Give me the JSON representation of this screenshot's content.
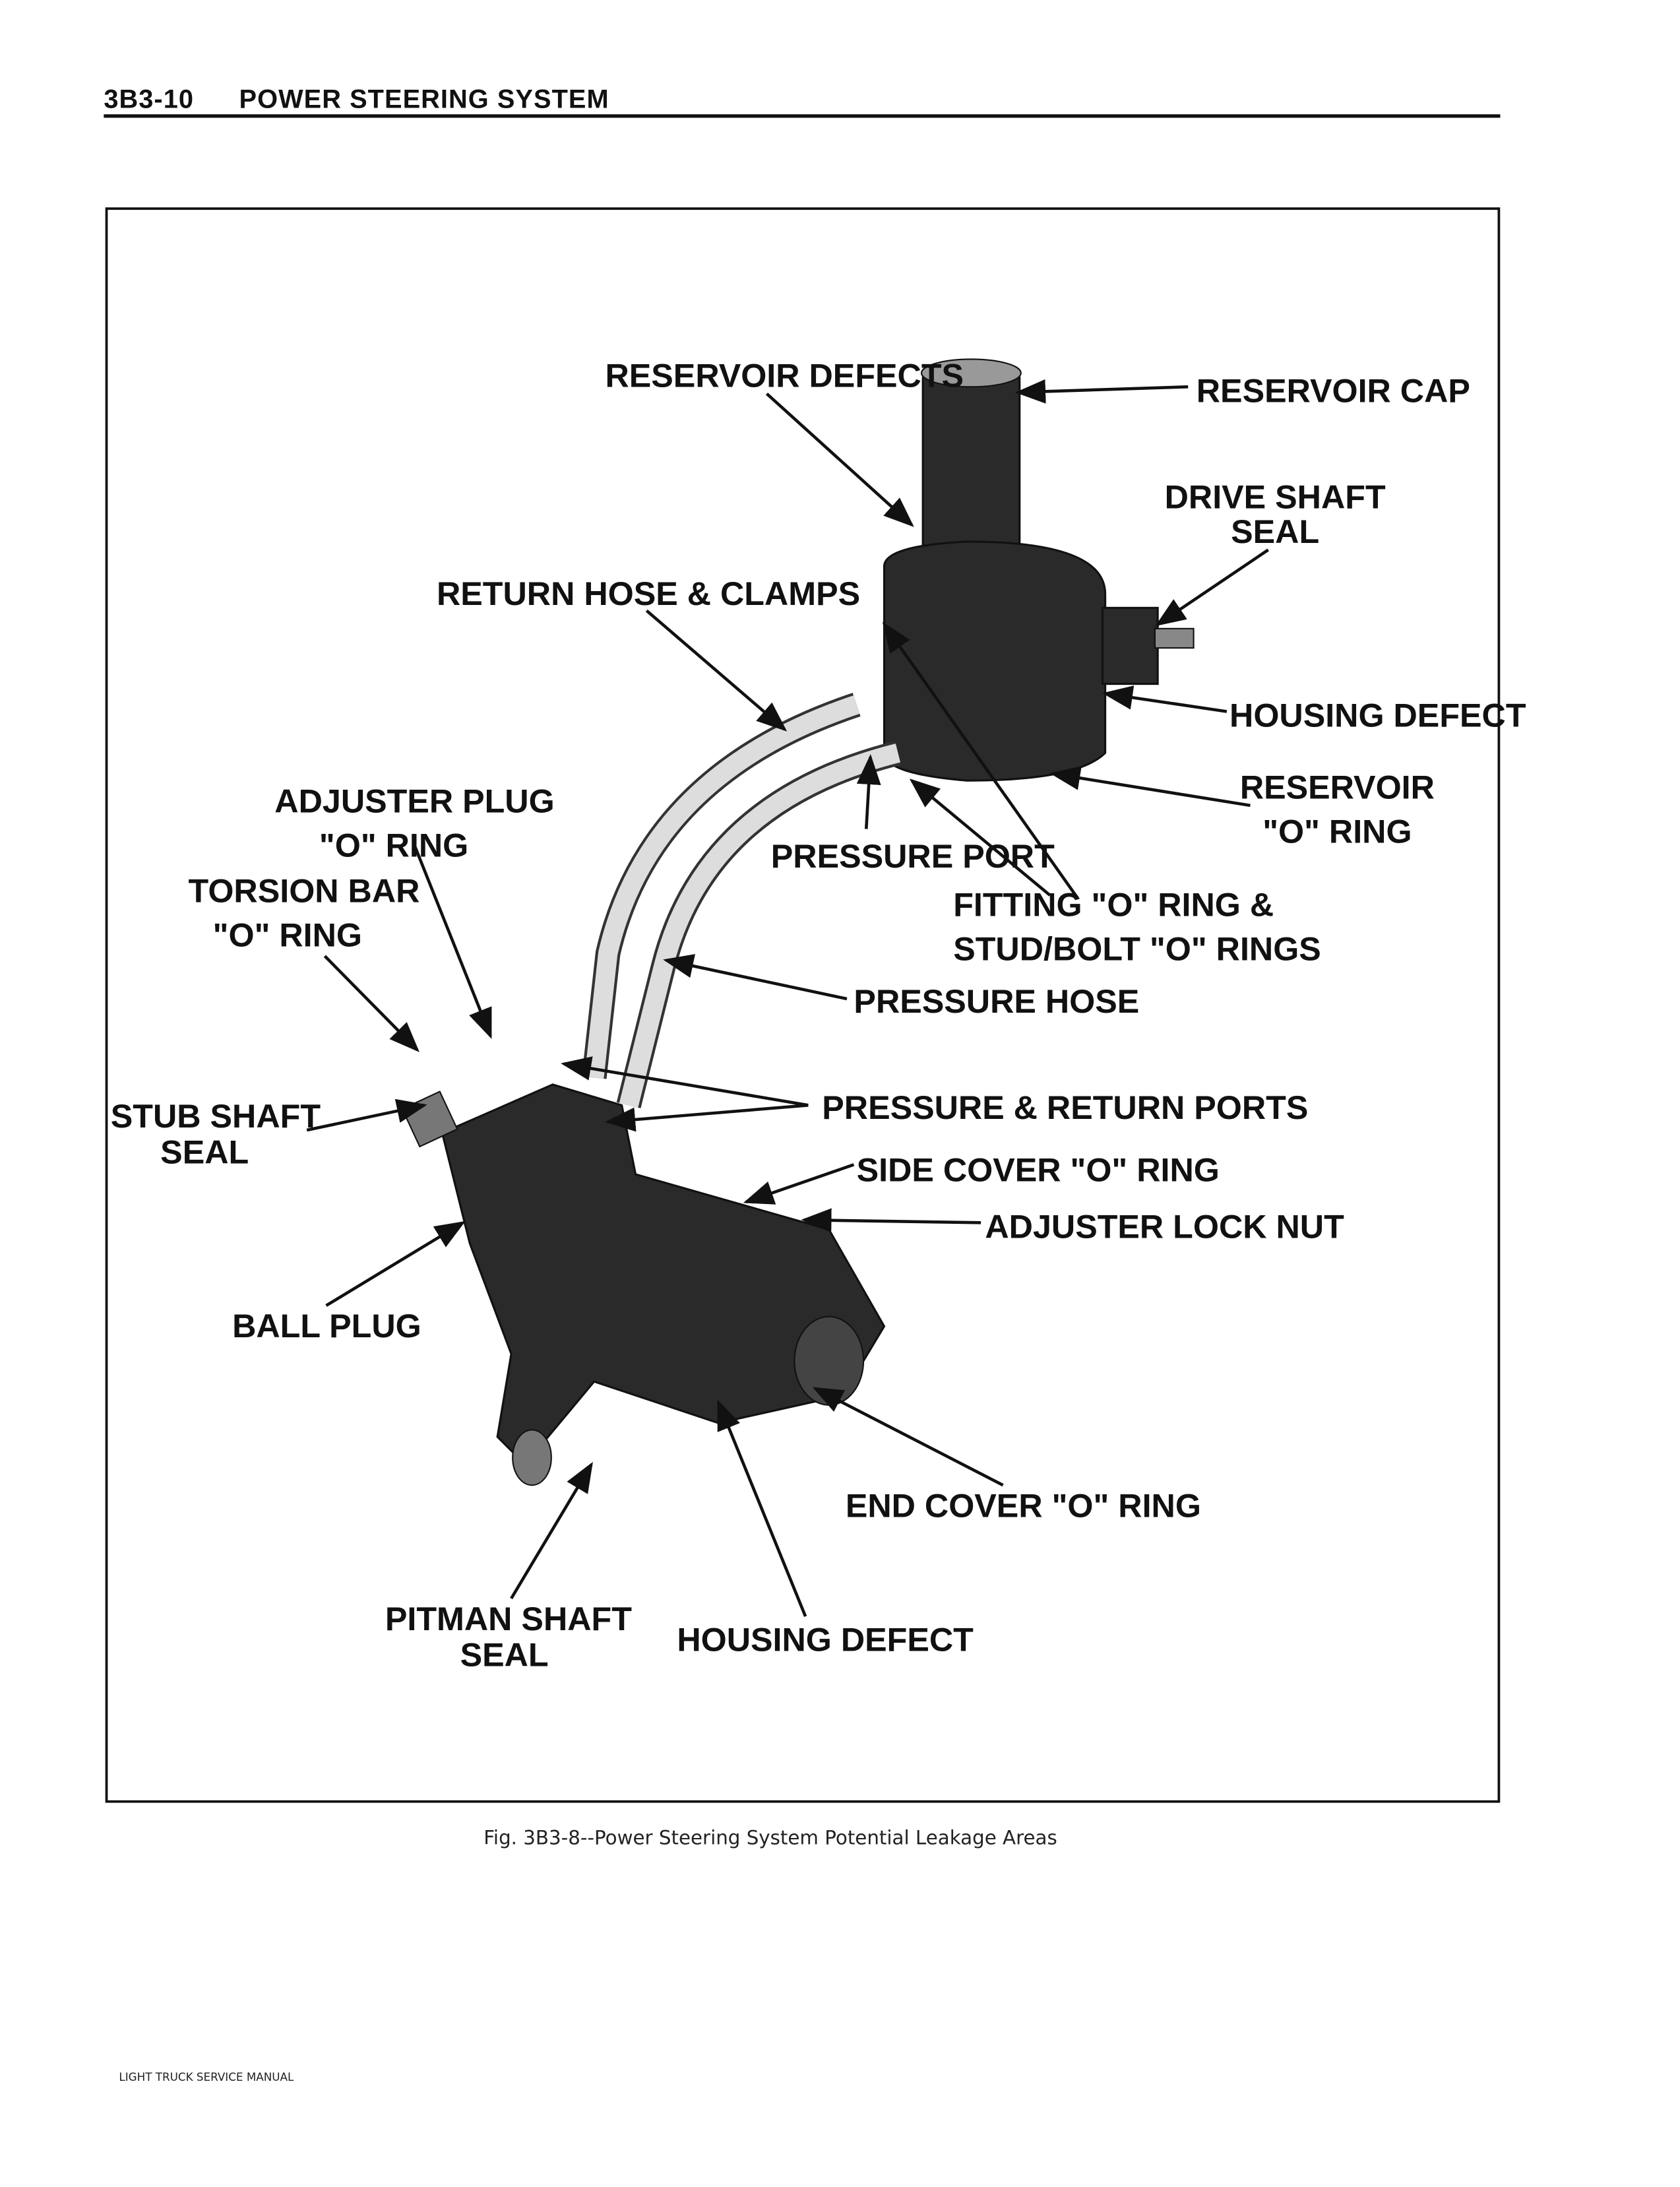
{
  "header": {
    "section": "3B3-10",
    "title": "POWER STEERING SYSTEM"
  },
  "labels": {
    "reservoir_defects": "RESERVOIR DEFECTS",
    "reservoir_cap": "RESERVOIR CAP",
    "drive_shaft_seal": [
      "DRIVE SHAFT",
      "SEAL"
    ],
    "return_hose_clamps": "RETURN HOSE & CLAMPS",
    "housing_defect_pump": "HOUSING DEFECT",
    "reservoir_o_ring": [
      "RESERVOIR",
      "\"O\" RING"
    ],
    "adjuster_plug_o_ring": [
      "ADJUSTER PLUG",
      "\"O\" RING"
    ],
    "pressure_port": "PRESSURE PORT",
    "torsion_bar_o_ring": [
      "TORSION BAR",
      "\"O\" RING"
    ],
    "fitting_o_ring": [
      "FITTING \"O\" RING &",
      "STUD/BOLT \"O\" RINGS"
    ],
    "pressure_hose": "PRESSURE HOSE",
    "stub_shaft_seal": [
      "STUB SHAFT",
      "SEAL"
    ],
    "pressure_return_ports": "PRESSURE & RETURN PORTS",
    "side_cover_o_ring": "SIDE COVER \"O\" RING",
    "adjuster_lock_nut": "ADJUSTER LOCK NUT",
    "ball_plug": "BALL PLUG",
    "end_cover_o_ring": "END COVER \"O\" RING",
    "pitman_shaft_seal": [
      "PITMAN SHAFT",
      "SEAL"
    ],
    "housing_defect_gear": "HOUSING DEFECT"
  },
  "caption": "Fig. 3B3-8--Power Steering System Potential Leakage Areas",
  "footer": "LIGHT TRUCK SERVICE MANUAL"
}
